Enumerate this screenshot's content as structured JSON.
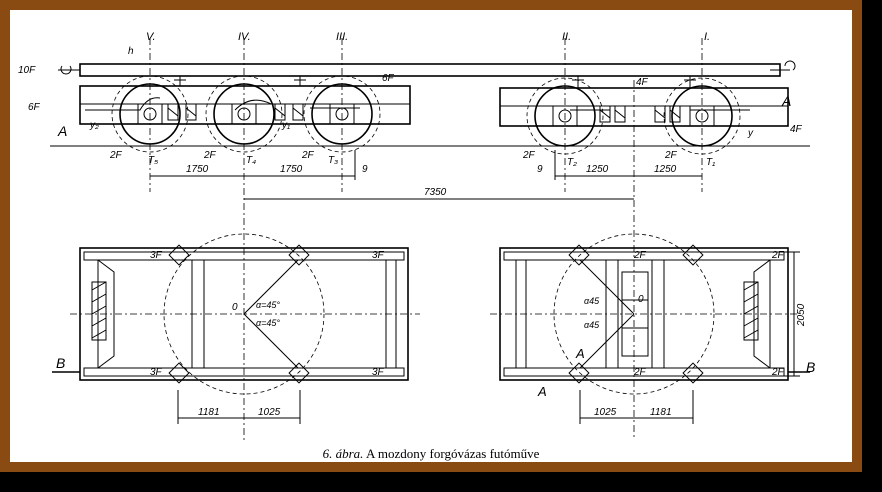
{
  "figure": {
    "caption_number": "6. ábra.",
    "caption_text": "A mozdony forgóvázas futóműve"
  },
  "axles": [
    "V.",
    "IV.",
    "III.",
    "II.",
    "I."
  ],
  "side_view": {
    "force_10F": "10F",
    "force_6F": "6F",
    "force_6F_right": "6F",
    "force_4F_top": "4F",
    "force_4F_right": "4F",
    "h_label": "h",
    "section_A_left": "A",
    "section_A_right": "A",
    "y2": "y₂",
    "y1": "y₁",
    "y": "y",
    "wheel_forces": [
      "2F",
      "2F",
      "2F",
      "2F",
      "2F"
    ],
    "T_labels": [
      "T₅",
      "T₄",
      "T₃",
      "T₂",
      "T₁"
    ],
    "dims": {
      "d1750a": "1750",
      "d1750b": "1750",
      "d9a": "9",
      "d9b": "9",
      "d1250a": "1250",
      "d1250b": "1250",
      "d7350": "7350"
    }
  },
  "plan_view": {
    "left_forces": [
      "3F",
      "3F",
      "3F",
      "3F"
    ],
    "center_O_left": "0",
    "alpha_left_top": "α=45°",
    "alpha_left_bottom": "α=45°",
    "B_left": "B",
    "dim_1181_left": "1181",
    "dim_1025_left": "1025",
    "right_forces": [
      "2F",
      "2F",
      "2F",
      "2F"
    ],
    "center_O_right": "0",
    "alpha_right_top": "α45",
    "alpha_right_bottom": "α45",
    "A_mid": "A",
    "A_low": "A",
    "B_right": "B",
    "dim_2050": "2050",
    "dim_1025_right": "1025",
    "dim_1181_right": "1181"
  }
}
